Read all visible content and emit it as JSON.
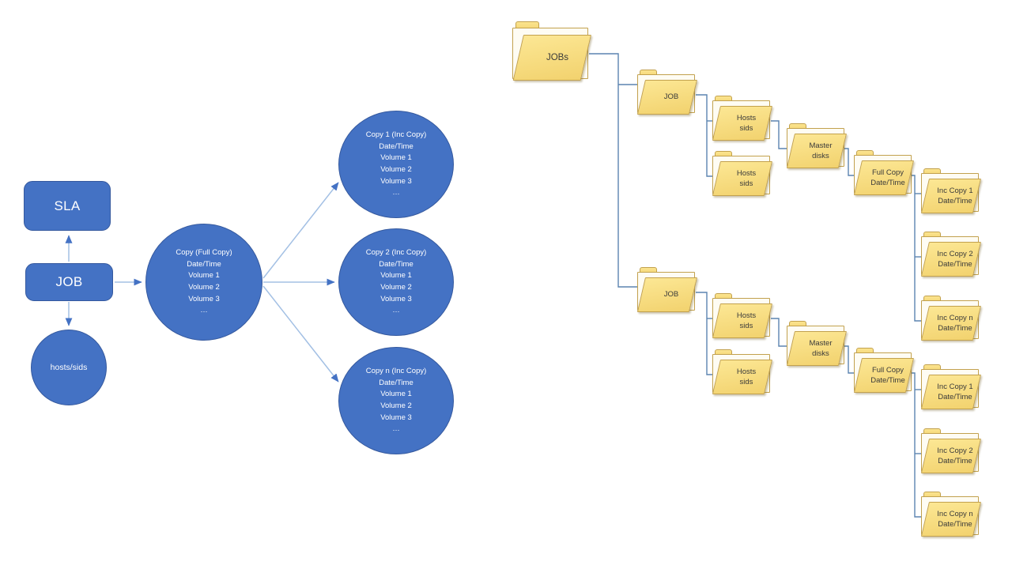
{
  "colors": {
    "shape_blue": "#4472C4",
    "shape_border": "#35599E",
    "folder_border": "#C2A14E",
    "connector": "#5B84B0",
    "arrow_line": "#A3C0E4",
    "arrow_head": "#4472C4",
    "label_dark": "#3A3A3A",
    "label_light": "#FFFFFF"
  },
  "flow": {
    "sla_label": "SLA",
    "job_label": "JOB",
    "hosts_label": "hosts/sids",
    "full_copy_text": "Copy (Full Copy)\nDate/Time\nVolume 1\nVolume 2\nVolume 3\n…",
    "inc_copy_1_text": "Copy 1 (Inc Copy)\nDate/Time\nVolume 1\nVolume 2\nVolume 3\n…",
    "inc_copy_2_text": "Copy 2 (Inc Copy)\nDate/Time\nVolume 1\nVolume 2\nVolume 3\n…",
    "inc_copy_n_text": "Copy n (Inc Copy)\nDate/Time\nVolume 1\nVolume 2\nVolume 3\n…"
  },
  "tree": {
    "jobs_root": "JOBs",
    "job_1": "JOB",
    "job_1_hosts_a": "Hosts\nsids",
    "job_1_hosts_b": "Hosts\nsids",
    "job_1_master": "Master\ndisks",
    "job_1_full": "Full Copy\nDate/Time",
    "job_1_inc_1": "Inc Copy 1\nDate/Time",
    "job_1_inc_2": "Inc Copy 2\nDate/Time",
    "job_1_inc_n": "Inc Copy n\nDate/Time",
    "job_2": "JOB",
    "job_2_hosts_a": "Hosts\nsids",
    "job_2_hosts_b": "Hosts\nsids",
    "job_2_master": "Master\ndisks",
    "job_2_full": "Full Copy\nDate/Time",
    "job_2_inc_1": "Inc Copy 1\nDate/Time",
    "job_2_inc_2": "Inc Copy 2\nDate/Time",
    "job_2_inc_n": "Inc Copy n\nDate/Time"
  }
}
